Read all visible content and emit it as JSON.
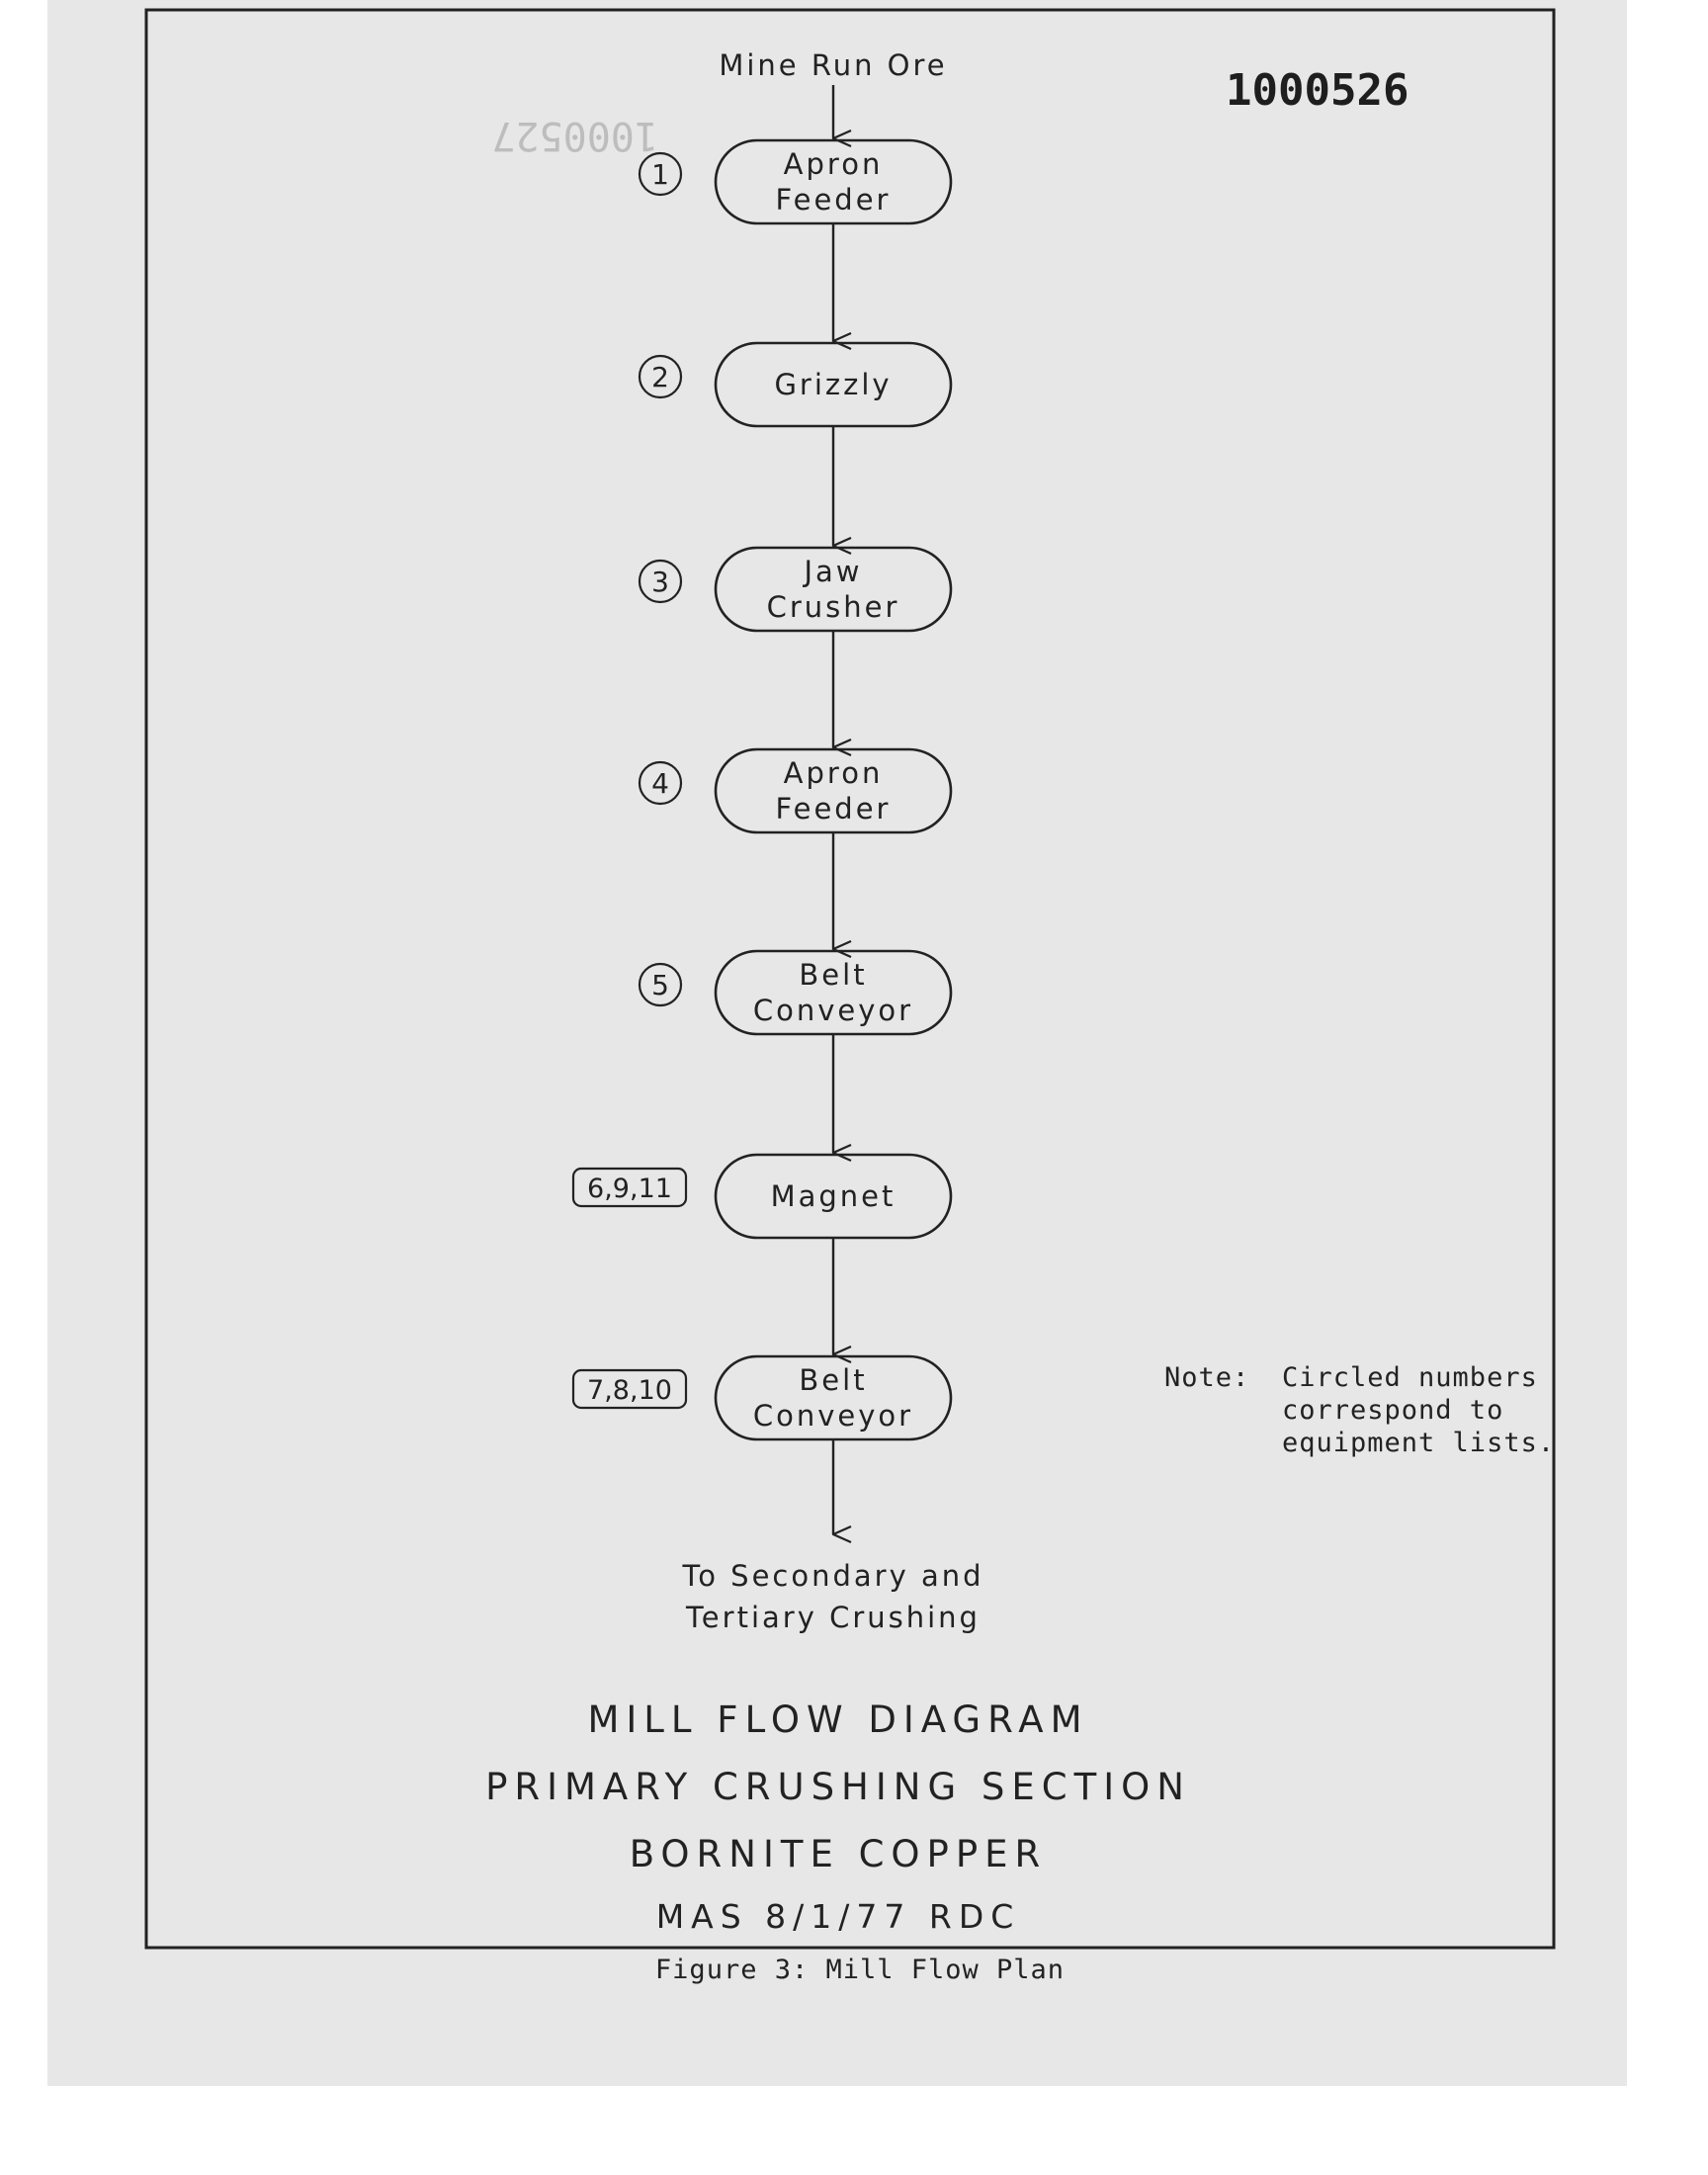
{
  "document": {
    "stamp_number": "1000526",
    "ghost_stamp_number": "1000527",
    "input_label": "Mine Run Ore",
    "output_label": [
      "To Secondary and",
      "Tertiary Crushing"
    ],
    "nodes": [
      {
        "tag": "1",
        "tag_style": "circle",
        "lines": [
          "Apron",
          "Feeder"
        ]
      },
      {
        "tag": "2",
        "tag_style": "circle",
        "lines": [
          "Grizzly"
        ]
      },
      {
        "tag": "3",
        "tag_style": "circle",
        "lines": [
          "Jaw",
          "Crusher"
        ]
      },
      {
        "tag": "4",
        "tag_style": "circle",
        "lines": [
          "Apron",
          "Feeder"
        ]
      },
      {
        "tag": "5",
        "tag_style": "circle",
        "lines": [
          "Belt",
          "Conveyor"
        ]
      },
      {
        "tag": "6,9,11",
        "tag_style": "box",
        "lines": [
          "Magnet"
        ]
      },
      {
        "tag": "7,8,10",
        "tag_style": "box",
        "lines": [
          "Belt",
          "Conveyor"
        ]
      }
    ],
    "note": {
      "label": "Note:",
      "lines": [
        "Circled numbers",
        "correspond to",
        "equipment lists."
      ]
    },
    "title_lines": [
      "MILL FLOW DIAGRAM",
      "PRIMARY CRUSHING SECTION",
      "BORNITE COPPER",
      "MAS 8/1/77 RDC"
    ],
    "caption": "Figure 3: Mill Flow Plan"
  }
}
